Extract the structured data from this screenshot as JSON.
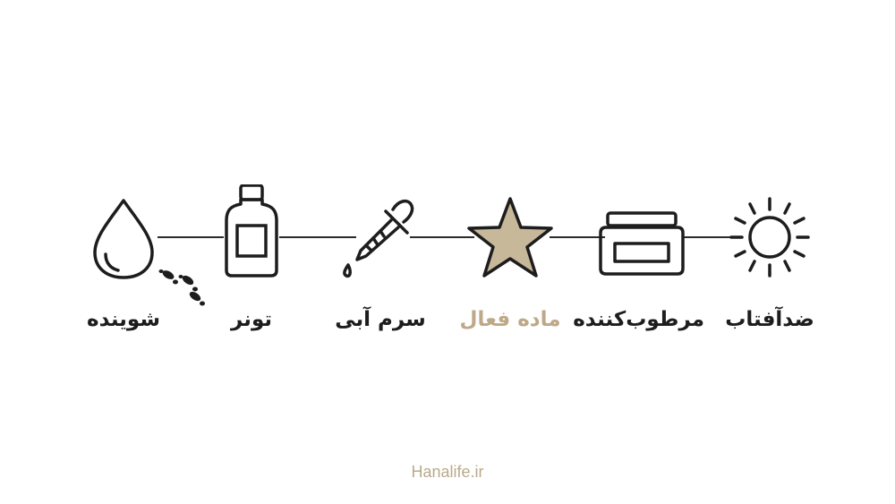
{
  "steps": [
    {
      "label": "ضدآفتاب",
      "icon": "sun-icon",
      "highlight": false
    },
    {
      "label": "مرطوب‌کننده",
      "icon": "cream-jar-icon",
      "highlight": false
    },
    {
      "label": "ماده فعال",
      "icon": "star-icon",
      "highlight": true
    },
    {
      "label": "سرم آبی",
      "icon": "dropper-icon",
      "highlight": false
    },
    {
      "label": "تونر",
      "icon": "bottle-icon",
      "highlight": false
    },
    {
      "label": "شوینده",
      "icon": "water-drop-icon",
      "highlight": false
    }
  ],
  "colors": {
    "accent": "#bda887",
    "stroke": "#1d1d1d",
    "star_fill": "#c8b89a"
  },
  "footer": {
    "site": "Hanalife.ir"
  }
}
